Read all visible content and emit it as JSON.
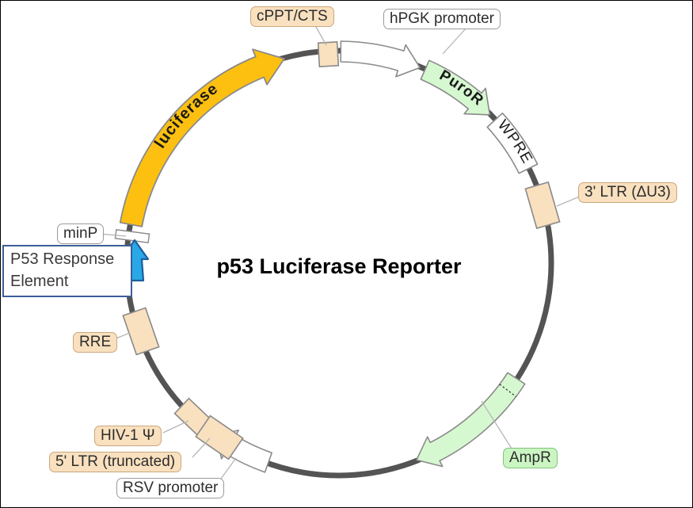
{
  "figure": {
    "title": "p53 Luciferase Reporter",
    "type": "plasmid-map",
    "backbone": "circular"
  },
  "labels": {
    "cppt_cts": "cPPT/CTS",
    "hpgk_promoter": "hPGK promoter",
    "puror": "PuroR",
    "wpre": "WPRE",
    "ltr3": "3' LTR (ΔU3)",
    "ampr": "AmpR",
    "rsv_promoter": "RSV promoter",
    "ltr5": "5' LTR (truncated)",
    "hiv1_psi": "HIV-1 Ψ",
    "rre": "RRE",
    "p53_line1": "P53 Response",
    "p53_line2": "Element",
    "minp": "minP",
    "luciferase": "luciferase"
  },
  "colors": {
    "ring": "#545454",
    "gold": "#FDC010",
    "green": "#D6F8D0",
    "tan": "#F9E0BF",
    "white_feature": "#FFFFFF",
    "blue": "#29A7E6",
    "blue_border": "#1C5E9B",
    "feature_border": "#8A8A8A",
    "leader_line": "#B5B5B5",
    "p53_box_border": "#3D5E99"
  },
  "features": [
    {
      "label": "cPPT/CTS",
      "shape": "block",
      "color": "tan",
      "position": "12 o'clock"
    },
    {
      "label": "hPGK promoter",
      "shape": "arrow",
      "color": "white",
      "direction": "clockwise",
      "position": "12-1 o'clock"
    },
    {
      "label": "PuroR",
      "shape": "arrow",
      "color": "green",
      "direction": "clockwise",
      "position": "1 o'clock"
    },
    {
      "label": "WPRE",
      "shape": "block",
      "color": "white",
      "position": "1-2 o'clock"
    },
    {
      "label": "3' LTR (ΔU3)",
      "shape": "block",
      "color": "tan",
      "position": "2 o'clock"
    },
    {
      "label": "AmpR",
      "shape": "arrow",
      "color": "green",
      "direction": "clockwise",
      "note": "dashed boundary at start",
      "position": "4-5 o'clock"
    },
    {
      "label": "RSV promoter",
      "shape": "arrow",
      "color": "white",
      "direction": "clockwise",
      "position": "7 o'clock"
    },
    {
      "label": "5' LTR (truncated)",
      "shape": "block",
      "color": "tan",
      "position": "7-8 o'clock"
    },
    {
      "label": "HIV-1 Ψ",
      "shape": "block",
      "color": "tan",
      "position": "8 o'clock"
    },
    {
      "label": "RRE",
      "shape": "block",
      "color": "tan",
      "position": "8-9 o'clock"
    },
    {
      "label": "P53 Response Element",
      "shape": "arrow",
      "color": "blue",
      "direction": "clockwise",
      "position": "9 o'clock"
    },
    {
      "label": "minP",
      "shape": "block",
      "color": "white",
      "position": "9 o'clock"
    },
    {
      "label": "luciferase",
      "shape": "arrow",
      "color": "gold",
      "direction": "clockwise",
      "position": "9-12 o'clock"
    }
  ]
}
